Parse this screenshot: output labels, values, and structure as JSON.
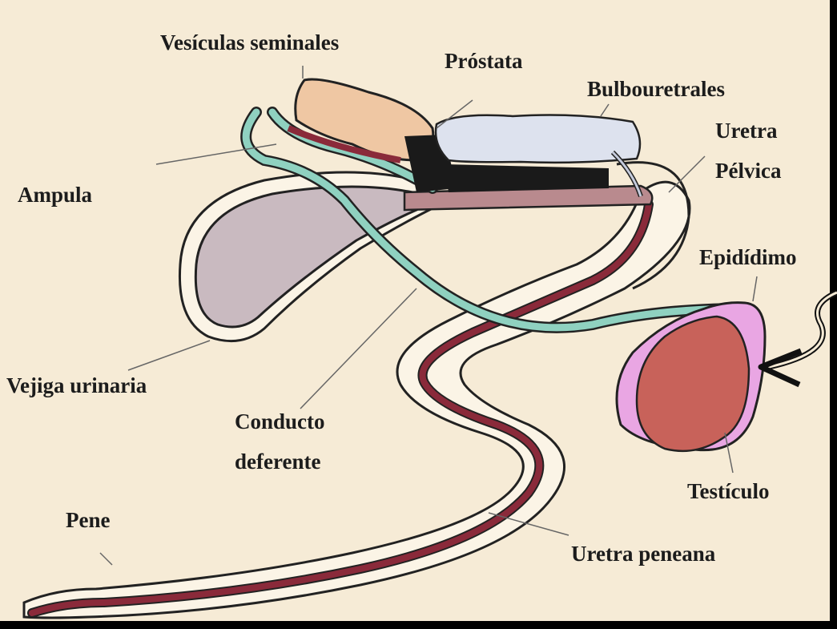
{
  "colors": {
    "background": "#f6ebd6",
    "bladder": "#c9bac0",
    "urethra": "#8a2a3a",
    "urethra_light": "#b98a8e",
    "deferent_duct": "#8fd1c0",
    "seminal_vesicle": "#efc7a3",
    "prostate": "#1a1a1a",
    "bulbourethral": "#dde2ee",
    "epididymis": "#e9a6e3",
    "testicle": "#c8625a",
    "outline": "#222222",
    "frame": "#000000"
  },
  "labels": {
    "seminal_vesicles": "Vesículas seminales",
    "prostate": "Próstata",
    "bulbourethral": "Bulbouretrales",
    "pelvic_urethra_1": "Uretra",
    "pelvic_urethra_2": "Pélvica",
    "ampulla": "Ampula",
    "epididymis": "Epidídimo",
    "bladder": "Vejiga urinaria",
    "deferent_duct_1": "Conducto",
    "deferent_duct_2": "deferente",
    "penis": "Pene",
    "testicle": "Testículo",
    "penile_urethra": "Uretra peneana"
  },
  "icons": {
    "callout_arrow": "curved-arrow-icon"
  }
}
